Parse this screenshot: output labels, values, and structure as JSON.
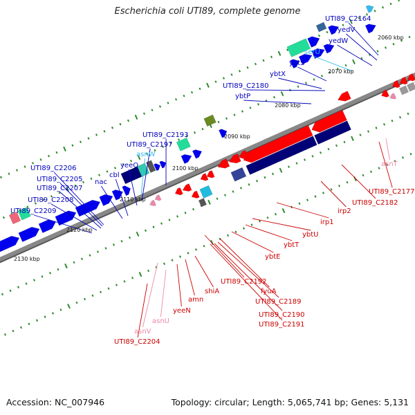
{
  "header": {
    "title": "Escherichia coli UTI89, complete genome"
  },
  "footer": {
    "accession": "Accession: NC_007946",
    "summary": "Topology: circular; Length: 5,065,741 bp; Genes: 5,131"
  },
  "colors": {
    "forward_gene": "#0000ee",
    "reverse_gene": "#ff0000",
    "forward_label": "#0000bb",
    "reverse_label": "#cc0000",
    "trna_forward": "#33bbee",
    "trna_reverse": "#ee88aa",
    "operon_forward": "#000077",
    "backbone": "#888888",
    "tick": "#2d8a2d"
  },
  "ruler": {
    "kbp_labels": [
      "2060 kbp",
      "2070 kbp",
      "2080 kbp",
      "2090 kbp",
      "2100 kbp",
      "2110 kbp",
      "2120 kbp",
      "2130 kbp"
    ]
  },
  "forward_labels": [
    "UTI89_C2164",
    "yedV",
    "yedW",
    "serU",
    "ybtS",
    "ybtX",
    "UTI89_C2180",
    "ybtP",
    "UTI89_C2193",
    "UTI89_C2197",
    "asnW",
    "yeeO",
    "cbl",
    "nac",
    "UTI89_C2206",
    "UTI89_C2205",
    "UTI89_C2207",
    "UTI89_C2208",
    "UTI89_C2209"
  ],
  "reverse_labels": [
    "asnT",
    "UTI89_C2177",
    "UTI89_C2182",
    "irp2",
    "irp1",
    "ybtU",
    "ybtT",
    "ybtE",
    "fyuA",
    "UTI89_C2192",
    "UTI89_C2189",
    "UTI89_C2190",
    "UTI89_C2191",
    "shiA",
    "amn",
    "yeeN",
    "asnU",
    "asnV",
    "UTI89_C2204"
  ]
}
